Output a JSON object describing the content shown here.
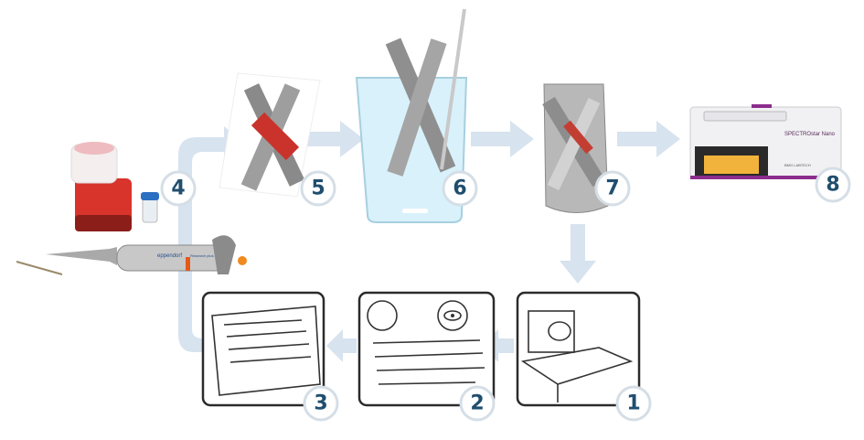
{
  "steps": [
    {
      "number": "1",
      "label_icon": "oven-drawer-icon"
    },
    {
      "number": "2",
      "label_icon": "inspect-instruments-icon"
    },
    {
      "number": "3",
      "label_icon": "wrapped-instruments-icon"
    },
    {
      "number": "4",
      "label_icon": "pipette-reagent-icon"
    },
    {
      "number": "5",
      "label_icon": "stained-instruments-icon"
    },
    {
      "number": "6",
      "label_icon": "beaker-immersion-icon"
    },
    {
      "number": "7",
      "label_icon": "sealed-bag-icon"
    },
    {
      "number": "8",
      "label_icon": "plate-reader-icon"
    }
  ],
  "logos": {
    "pipette_brand": "eppendorf",
    "pipette_model": "Research plus",
    "reader_model": "SPECTROstar Nano",
    "reader_brand": "BMG LABTECH"
  },
  "colors": {
    "arrow": "#d7e3ee",
    "badge_text": "#1f4e6e",
    "badge_border": "#d5dee6"
  }
}
